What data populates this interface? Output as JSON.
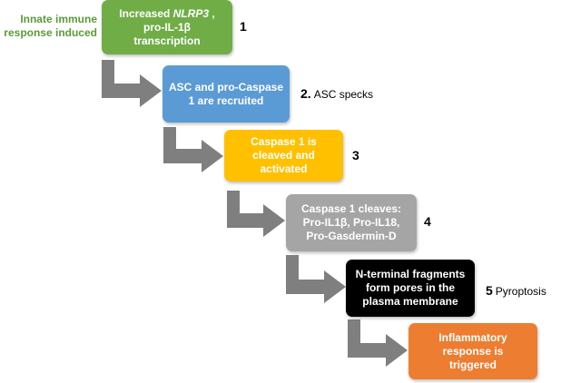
{
  "side_label": "Innate immune response induced",
  "colors": {
    "side_label": "#5c9a3a",
    "arrow": "#7f7f7f",
    "box_green": "#70ad47",
    "box_blue": "#5b9bd5",
    "box_yellow": "#ffc000",
    "box_gray": "#a5a5a5",
    "box_black": "#000000",
    "box_orange": "#ed7d31"
  },
  "boxes": [
    {
      "lines": [
        "Increased NLRP3 ,",
        "pro-IL-1β",
        "transcription"
      ],
      "italic_term": "NLRP3",
      "color": "#70ad47"
    },
    {
      "lines": [
        "ASC and pro-Caspase",
        "1 are recruited"
      ],
      "color": "#5b9bd5"
    },
    {
      "lines": [
        "Caspase 1 is",
        "cleaved and",
        "activated"
      ],
      "color": "#ffc000"
    },
    {
      "lines": [
        "Caspase 1 cleaves:",
        "Pro-IL1β, Pro-IL18,",
        "Pro-Gasdermin-D"
      ],
      "color": "#a5a5a5"
    },
    {
      "lines": [
        "N-terminal fragments",
        "form pores in the",
        "plasma membrane"
      ],
      "color": "#000000"
    },
    {
      "lines": [
        "Inflammatory",
        "response is",
        "triggered"
      ],
      "color": "#ed7d31"
    }
  ],
  "steps": [
    {
      "number": "1",
      "note": ""
    },
    {
      "number": "2.",
      "note": "ASC specks"
    },
    {
      "number": "3",
      "note": ""
    },
    {
      "number": "4",
      "note": ""
    },
    {
      "number": "5",
      "note": "Pyroptosis"
    }
  ]
}
